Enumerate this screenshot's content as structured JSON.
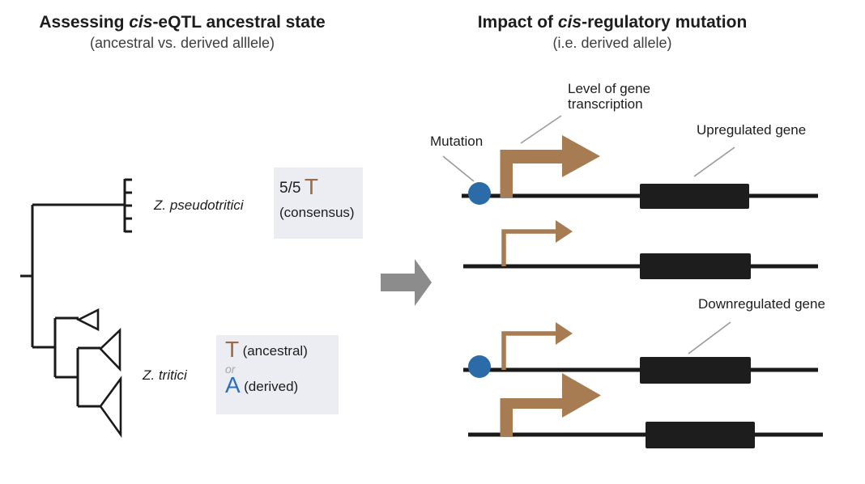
{
  "colors": {
    "brown_arrow": "#a87c52",
    "brown_letter": "#9a6b44",
    "blue_dot": "#2b6ca8",
    "blue_letter": "#2e6fb7",
    "gray_flow_arrow": "#8c8c8c",
    "pointer_gray": "#9a9a9a",
    "box_bg": "#ecedf3",
    "ink": "#1d1d1d"
  },
  "left_panel": {
    "title": {
      "pre": "Assessing ",
      "italic": "cis",
      "post": "-eQTL ancestral state"
    },
    "subtitle": "(ancestral vs. derived alllele)",
    "tree": {
      "top_taxon": "Z. pseudotritici",
      "bottom_taxon": "Z. tritici",
      "top_tip_count": 5,
      "collapsed_clade_count": 3
    },
    "consensus_box": {
      "fraction": "5/5",
      "allele": "T",
      "caption": "(consensus)"
    },
    "allele_box": {
      "ancestral_allele": "T",
      "ancestral_label": "(ancestral)",
      "or": "or",
      "derived_allele": "A",
      "derived_label": "(derived)"
    }
  },
  "right_panel": {
    "title": {
      "pre": "Impact of ",
      "italic": "cis",
      "post": "-regulatory mutation"
    },
    "subtitle": "(i.e. derived allele)",
    "labels": {
      "mutation": "Mutation",
      "transcription_line1": "Level of gene",
      "transcription_line2": "transcription",
      "upregulated": "Upregulated gene",
      "downregulated": "Downregulated gene"
    },
    "rows": [
      {
        "mutation": true,
        "transcription_arrow": "large",
        "meaning": "upregulated (derived allele)"
      },
      {
        "mutation": false,
        "transcription_arrow": "small",
        "meaning": "reference level"
      },
      {
        "mutation": true,
        "transcription_arrow": "small",
        "meaning": "downregulated (derived allele)"
      },
      {
        "mutation": false,
        "transcription_arrow": "large",
        "meaning": "reference level"
      }
    ]
  }
}
